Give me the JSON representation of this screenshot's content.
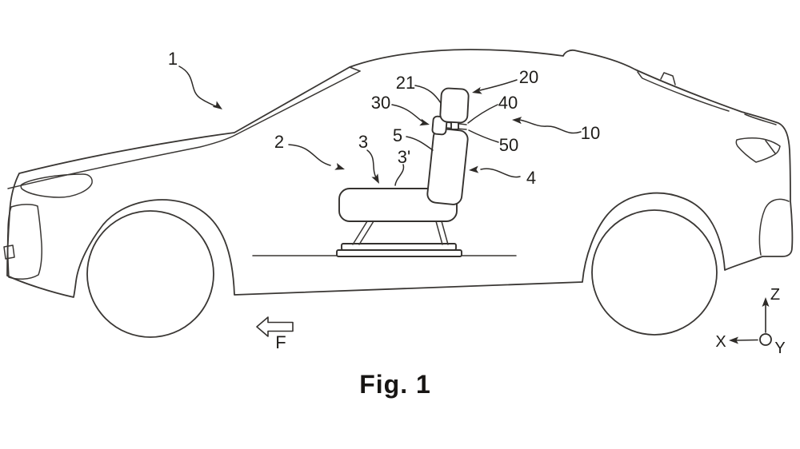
{
  "caption": "Fig. 1",
  "force_label": "F",
  "axes": {
    "x": "X",
    "y": "Y",
    "z": "Z"
  },
  "labels": {
    "n1": "1",
    "n2": "2",
    "n3": "3",
    "n3p": "3'",
    "n5": "5",
    "n21": "21",
    "n30": "30",
    "n20": "20",
    "n40": "40",
    "n50": "50",
    "n10": "10",
    "n4": "4"
  }
}
